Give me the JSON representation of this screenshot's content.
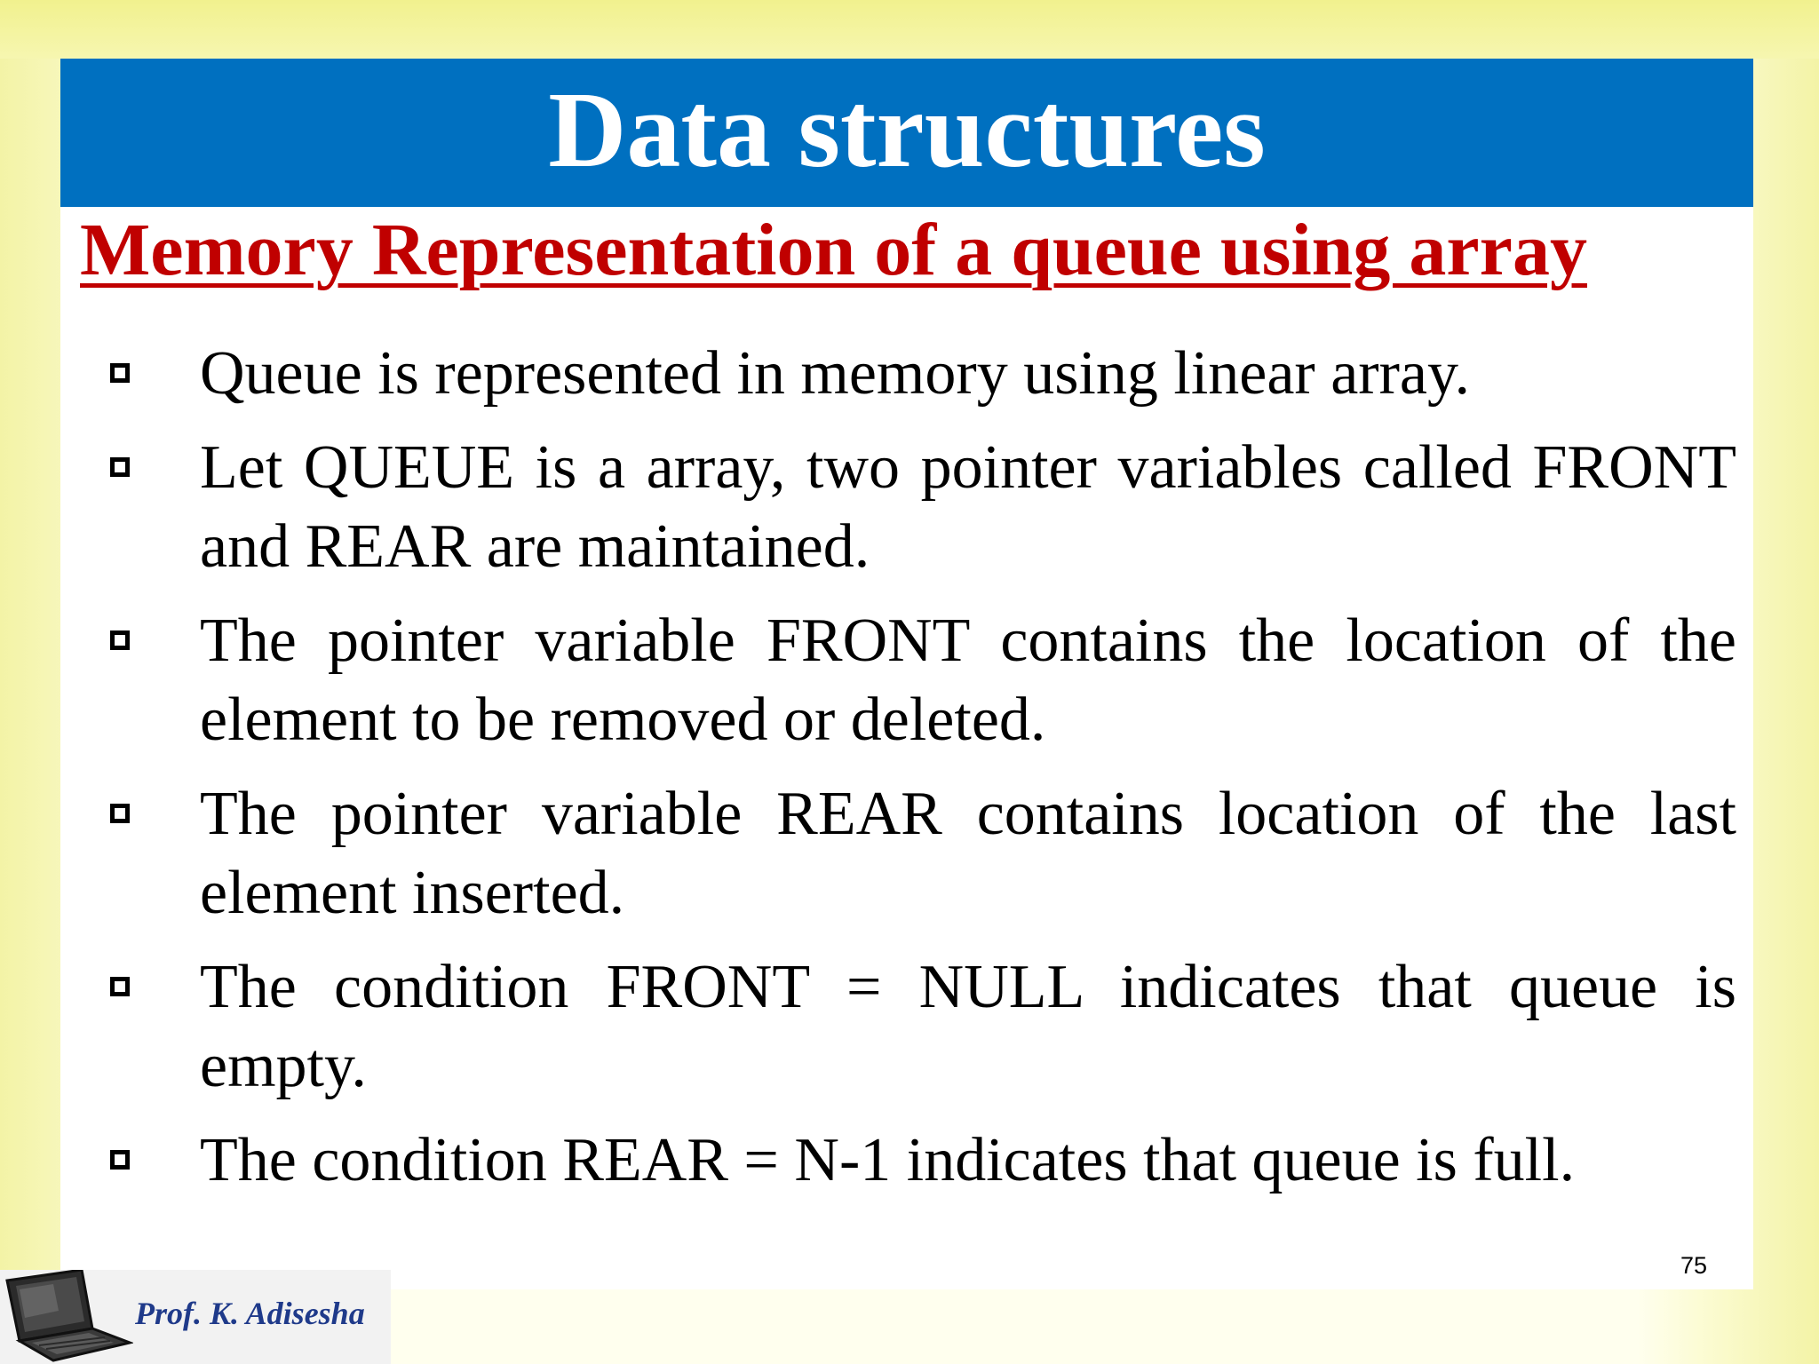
{
  "slide": {
    "title": "Data structures",
    "subtitle": "Memory Representation of a queue using array",
    "bullets": [
      "Queue is represented in memory using linear array.",
      "Let QUEUE is a array, two pointer variables called FRONT and REAR are maintained.",
      "The pointer variable FRONT contains the location of the element to be removed or deleted.",
      "The pointer variable REAR contains location of the last element inserted.",
      "The condition FRONT = NULL indicates that queue is empty.",
      "The condition REAR = N-1 indicates that queue is full."
    ],
    "page_number": "75"
  },
  "footer": {
    "author": "Prof. K. Adisesha",
    "icon": "laptop-icon"
  },
  "colors": {
    "title_bar": "#0070c0",
    "title_text": "#ffffff",
    "subtitle": "#c00000",
    "background_edge": "#f3f3a6"
  }
}
